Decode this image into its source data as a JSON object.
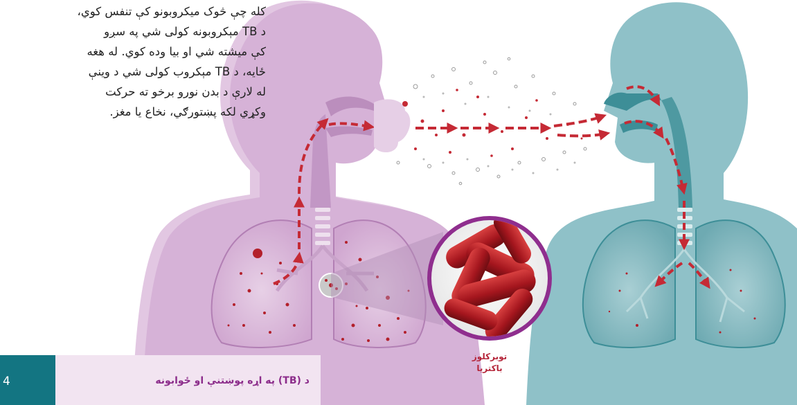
{
  "caption": {
    "lines": [
      "کله چې څوک میکروبونو کې تنفس کوي،",
      "د TB مېکروبونه کولی شي په سږو",
      "کې میشته شي او بیا وده کوي. له هغه",
      "ځایه، د TB مېکروب کولی شي د وینې",
      "له لارې د بدن نورو برخو ته حرکت",
      "وکړي لکه پښتورګي، نخاع یا مغز."
    ]
  },
  "bacteria_label": {
    "line1": "توبرکلوز",
    "line2": "باکتریا"
  },
  "footer": {
    "title": "د (TB) په اړه پوښتنې او ځوابونه",
    "page_number": "4"
  },
  "colors": {
    "infected_person": "#d6b2d7",
    "healthy_person": "#8fc1c8",
    "arrow_red": "#c52a35",
    "footer_band": "#f2e4f1",
    "page_tab": "#137582",
    "footer_text": "#8c2d8b"
  }
}
